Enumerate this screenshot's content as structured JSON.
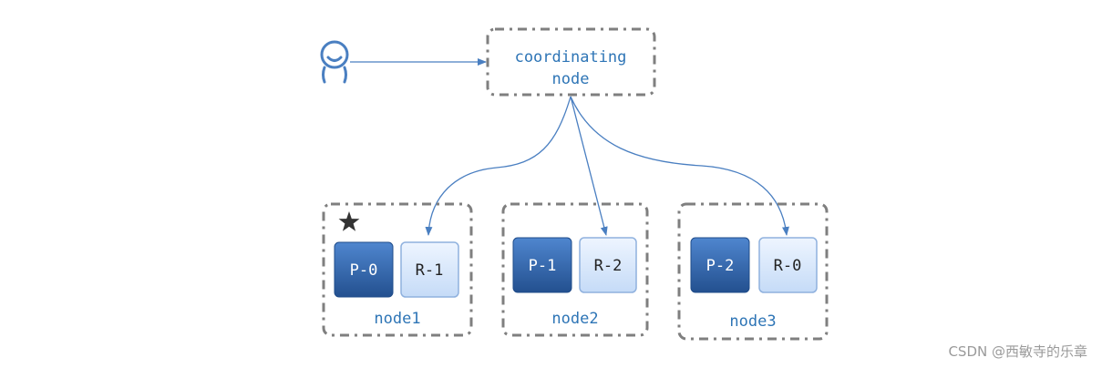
{
  "coordinating_node": {
    "label_line1": "coordinating",
    "label_line2": "node"
  },
  "nodes": [
    {
      "label": "node1",
      "primary": "P-0",
      "replica": "R-1",
      "starred": true
    },
    {
      "label": "node2",
      "primary": "P-1",
      "replica": "R-2",
      "starred": false
    },
    {
      "label": "node3",
      "primary": "P-2",
      "replica": "R-0",
      "starred": false
    }
  ],
  "icons": {
    "client": "user-icon",
    "star": "star-icon"
  },
  "colors": {
    "primary_shard": "#2f62a8",
    "replica_shard": "#d7e6fb",
    "arrow": "#4a7fc1",
    "label_text": "#2e75b6",
    "border": "#7f7f7f"
  },
  "watermark": "CSDN @西敏寺的乐章"
}
